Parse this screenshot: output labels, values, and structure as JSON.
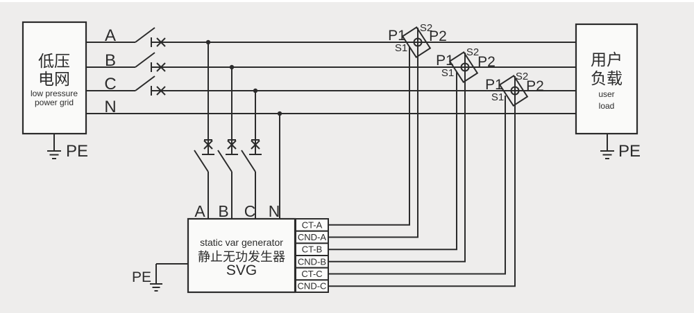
{
  "colors": {
    "background": "#eeedec",
    "line": "#2b2b2b",
    "box_fill": "#fafaf9",
    "terminal_fill": "#fcfcfb"
  },
  "grid_box": {
    "title_line1": "低压",
    "title_line2": "电网",
    "sub_line1": "low pressure",
    "sub_line2": "power grid",
    "pe_label": "PE"
  },
  "load_box": {
    "title_line1": "用户",
    "title_line2": "负载",
    "sub_line1": "user",
    "sub_line2": "load",
    "pe_label": "PE"
  },
  "svg_box": {
    "name_en": "static var generator",
    "name_zh": "静止无功发生器",
    "abbr": "SVG",
    "pe_label": "PE"
  },
  "source_phase_labels": {
    "a": "A",
    "b": "B",
    "c": "C",
    "n": "N"
  },
  "svg_input_labels": {
    "a": "A",
    "b": "B",
    "c": "C",
    "n": "N"
  },
  "cts": {
    "a": {
      "p1": "P1",
      "p2": "P2",
      "s1": "S1",
      "s2": "S2"
    },
    "b": {
      "p1": "P1",
      "p2": "P2",
      "s1": "S1",
      "s2": "S2"
    },
    "c": {
      "p1": "P1",
      "p2": "P2",
      "s1": "S1",
      "s2": "S2"
    }
  },
  "terminals": {
    "ct_a": "CT-A",
    "cnd_a": "CND-A",
    "ct_b": "CT-B",
    "cnd_b": "CND-B",
    "ct_c": "CT-C",
    "cnd_c": "CND-C"
  }
}
